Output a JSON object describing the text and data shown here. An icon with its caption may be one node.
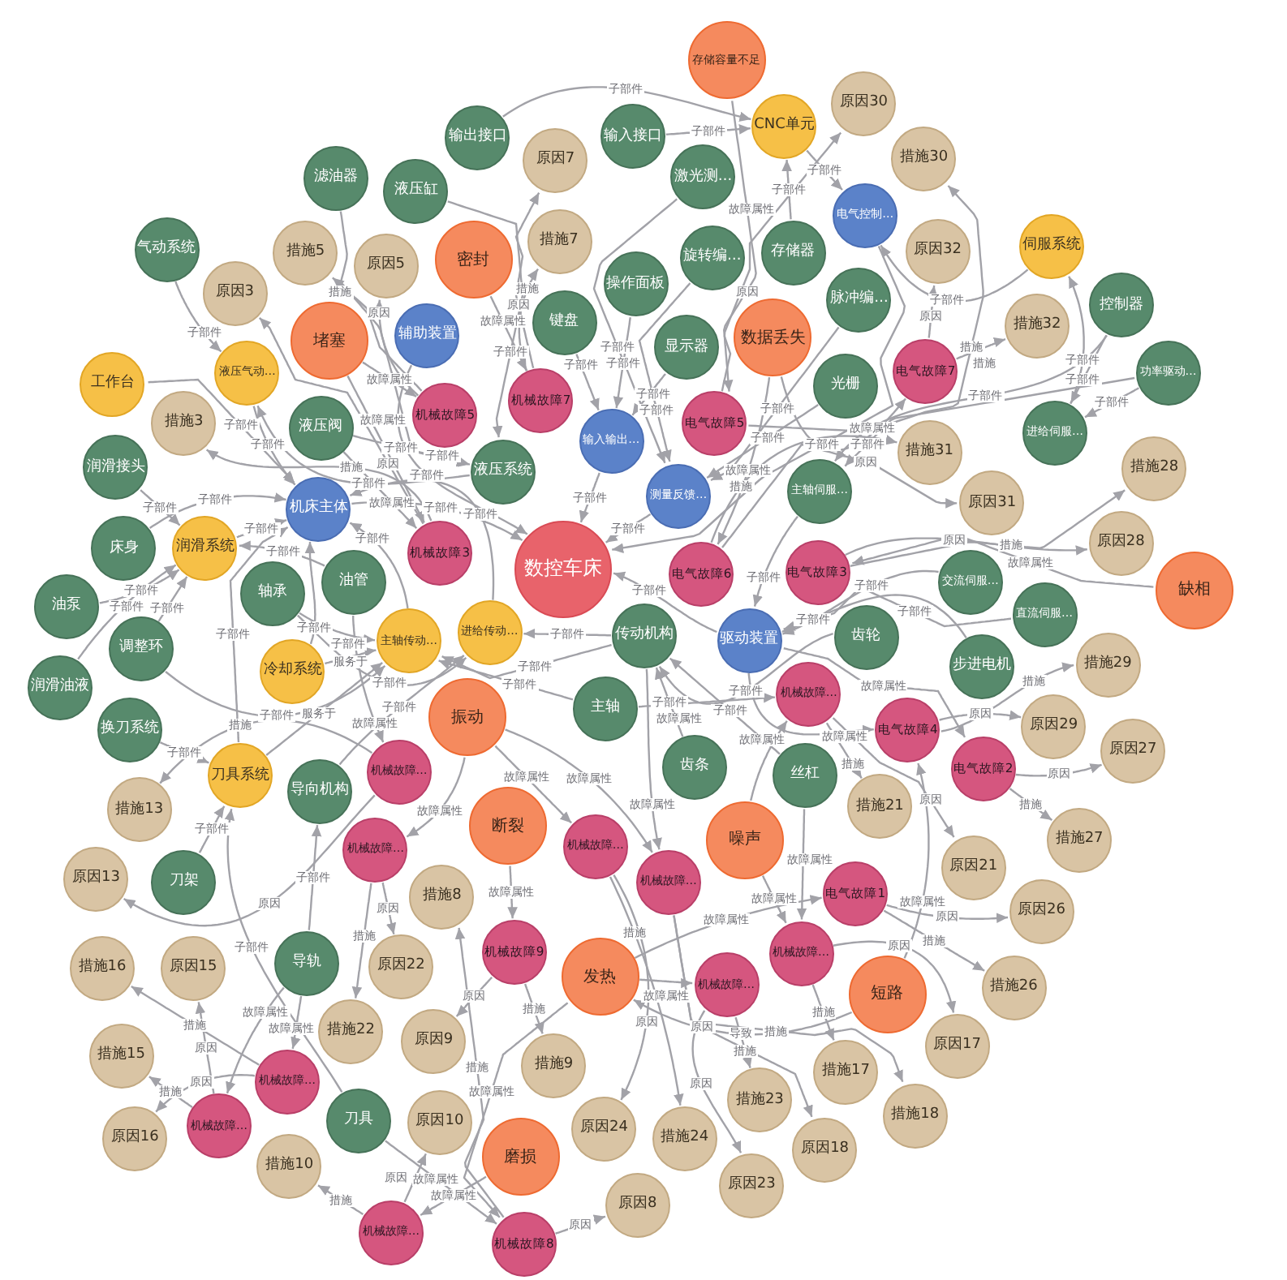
{
  "diagram": {
    "nodes": [
      {
        "text": [
          "存储容量不足"
        ]
      },
      {
        "text": [
          "原因30"
        ]
      },
      {
        "text": [
          "CNC单元"
        ]
      },
      {
        "text": [
          "输入接口"
        ]
      },
      {
        "text": [
          "输出接口"
        ]
      },
      {
        "text": [
          "措施30"
        ]
      },
      {
        "text": [
          "原因7"
        ]
      },
      {
        "text": [
          "激光测…"
        ]
      },
      {
        "text": [
          "滤油器"
        ]
      },
      {
        "text": [
          "液压缸"
        ]
      },
      {
        "text": [
          "电气控制…"
        ]
      },
      {
        "text": [
          "措施7"
        ]
      },
      {
        "text": [
          "伺服系统"
        ]
      },
      {
        "text": [
          "措施5"
        ]
      },
      {
        "text": [
          "密封"
        ]
      },
      {
        "text": [
          "旋转编…"
        ]
      },
      {
        "text": [
          "存储器"
        ]
      },
      {
        "text": [
          "原因5"
        ]
      },
      {
        "text": [
          "气动系统"
        ]
      },
      {
        "text": [
          "操作面板"
        ]
      },
      {
        "text": [
          "脉冲编…"
        ]
      },
      {
        "text": [
          "原因32"
        ]
      },
      {
        "text": [
          "原因3"
        ]
      },
      {
        "text": [
          "控制器"
        ]
      },
      {
        "text": [
          "键盘"
        ]
      },
      {
        "text": [
          "辅助装置"
        ]
      },
      {
        "text": [
          "措施32"
        ]
      },
      {
        "text": [
          "数据丢失"
        ]
      },
      {
        "text": [
          "堵塞"
        ]
      },
      {
        "text": [
          "电气故障7"
        ]
      },
      {
        "text": [
          "液压气动…"
        ]
      },
      {
        "text": [
          "光栅"
        ]
      },
      {
        "text": [
          "显示器"
        ]
      },
      {
        "text": [
          "功率驱动…"
        ]
      },
      {
        "text": [
          "工作台"
        ]
      },
      {
        "text": [
          "机械故障7"
        ]
      },
      {
        "text": [
          "机械故障5"
        ]
      },
      {
        "text": [
          "措施3"
        ]
      },
      {
        "text": [
          "液压阀"
        ]
      },
      {
        "text": [
          "进给伺服…"
        ]
      },
      {
        "text": [
          "电气故障5"
        ]
      },
      {
        "text": [
          "输入输出…"
        ]
      },
      {
        "text": [
          "措施31"
        ]
      },
      {
        "text": [
          "润滑接头"
        ]
      },
      {
        "text": [
          "液压系统"
        ]
      },
      {
        "text": [
          "措施28"
        ]
      },
      {
        "text": [
          "主轴伺服…"
        ]
      },
      {
        "text": [
          "测量反馈…"
        ]
      },
      {
        "text": [
          "原因31"
        ]
      },
      {
        "text": [
          "机床主体"
        ]
      },
      {
        "text": [
          "床身"
        ]
      },
      {
        "text": [
          "原因28"
        ]
      },
      {
        "text": [
          "数控车床"
        ]
      },
      {
        "text": [
          "机械故障3"
        ]
      },
      {
        "text": [
          "润滑系统"
        ]
      },
      {
        "text": [
          "油管"
        ]
      },
      {
        "text": [
          "电气故障3"
        ]
      },
      {
        "text": [
          "电气故障6"
        ]
      },
      {
        "text": [
          "交流伺服…"
        ]
      },
      {
        "text": [
          "缺相"
        ]
      },
      {
        "text": [
          "轴承"
        ]
      },
      {
        "text": [
          "油泵"
        ]
      },
      {
        "text": [
          "进给传动…"
        ]
      },
      {
        "text": [
          "直流伺服…"
        ]
      },
      {
        "text": [
          "驱动装置"
        ]
      },
      {
        "text": [
          "调整环"
        ]
      },
      {
        "text": [
          "主轴传动…"
        ]
      },
      {
        "text": [
          "传动机构"
        ]
      },
      {
        "text": [
          "齿轮"
        ]
      },
      {
        "text": [
          "冷却系统"
        ]
      },
      {
        "text": [
          "步进电机"
        ]
      },
      {
        "text": [
          "措施29"
        ]
      },
      {
        "text": [
          "润滑油液"
        ]
      },
      {
        "text": [
          "机械故障…"
        ]
      },
      {
        "text": [
          "主轴"
        ]
      },
      {
        "text": [
          "振动"
        ]
      },
      {
        "text": [
          "原因29"
        ]
      },
      {
        "text": [
          "电气故障4"
        ]
      },
      {
        "text": [
          "换刀系统"
        ]
      },
      {
        "text": [
          "原因27"
        ]
      },
      {
        "text": [
          "电气故障2"
        ]
      },
      {
        "text": [
          "丝杠"
        ]
      },
      {
        "text": [
          "刀具系统"
        ]
      },
      {
        "text": [
          "齿条"
        ]
      },
      {
        "text": [
          "机械故障…"
        ]
      },
      {
        "text": [
          "导向机构"
        ]
      },
      {
        "text": [
          "措施21"
        ]
      },
      {
        "text": [
          "措施13"
        ]
      },
      {
        "text": [
          "噪声"
        ]
      },
      {
        "text": [
          "措施27"
        ]
      },
      {
        "text": [
          "断裂"
        ]
      },
      {
        "text": [
          "机械故障…"
        ]
      },
      {
        "text": [
          "机械故障…"
        ]
      },
      {
        "text": [
          "原因13"
        ]
      },
      {
        "text": [
          "原因21"
        ]
      },
      {
        "text": [
          "刀架"
        ]
      },
      {
        "text": [
          "机械故障…"
        ]
      },
      {
        "text": [
          "措施8"
        ]
      },
      {
        "text": [
          "电气故障1"
        ]
      },
      {
        "text": [
          "原因26"
        ]
      },
      {
        "text": [
          "机械故障…"
        ]
      },
      {
        "text": [
          "机械故障9"
        ]
      },
      {
        "text": [
          "措施16"
        ]
      },
      {
        "text": [
          "原因15"
        ]
      },
      {
        "text": [
          "导轨"
        ]
      },
      {
        "text": [
          "原因22"
        ]
      },
      {
        "text": [
          "发热"
        ]
      },
      {
        "text": [
          "机械故障…"
        ]
      },
      {
        "text": [
          "短路"
        ]
      },
      {
        "text": [
          "措施26"
        ]
      },
      {
        "text": [
          "措施22"
        ]
      },
      {
        "text": [
          "原因17"
        ]
      },
      {
        "text": [
          "措施9"
        ]
      },
      {
        "text": [
          "原因9"
        ]
      },
      {
        "text": [
          "措施15"
        ]
      },
      {
        "text": [
          "措施23"
        ]
      },
      {
        "text": [
          "措施17"
        ]
      },
      {
        "text": [
          "机械故障…"
        ]
      },
      {
        "text": [
          "措施18"
        ]
      },
      {
        "text": [
          "刀具"
        ]
      },
      {
        "text": [
          "机械故障…"
        ]
      },
      {
        "text": [
          "原因10"
        ]
      },
      {
        "text": [
          "原因24"
        ]
      },
      {
        "text": [
          "原因16"
        ]
      },
      {
        "text": [
          "措施24"
        ]
      },
      {
        "text": [
          "原因18"
        ]
      },
      {
        "text": [
          "磨损"
        ]
      },
      {
        "text": [
          "措施10"
        ]
      },
      {
        "text": [
          "原因23"
        ]
      },
      {
        "text": [
          "机械故障…"
        ]
      },
      {
        "text": [
          "原因8"
        ]
      },
      {
        "text": [
          "机械故障8"
        ]
      }
    ],
    "edges": [
      {
        "from": 3,
        "to": 2,
        "arrow": "to",
        "label": "子部件"
      },
      {
        "from": 4,
        "to": 2,
        "arrow": "to",
        "label": "子部件"
      },
      {
        "from": 16,
        "to": 2,
        "arrow": "to",
        "label": "子部件"
      },
      {
        "from": 2,
        "to": 10,
        "arrow": "to",
        "label": "子部件"
      },
      {
        "from": 12,
        "to": 10,
        "arrow": "to",
        "label": "子部件"
      },
      {
        "from": 39,
        "to": 12,
        "arrow": "to",
        "label": "子部件"
      },
      {
        "from": 23,
        "to": 39,
        "arrow": "to",
        "label": "子部件"
      },
      {
        "from": 33,
        "to": 39,
        "arrow": "to",
        "label": "子部件"
      },
      {
        "from": 23,
        "to": 46,
        "arrow": "to",
        "label": "子部件"
      },
      {
        "from": 33,
        "to": 46,
        "arrow": "to",
        "label": "子部件"
      },
      {
        "from": 10,
        "to": 52,
        "arrow": "to",
        "label": "子部件"
      },
      {
        "from": 7,
        "to": 47,
        "arrow": "to",
        "label": "子部件"
      },
      {
        "from": 15,
        "to": 47,
        "arrow": "to",
        "label": "子部件"
      },
      {
        "from": 20,
        "to": 47,
        "arrow": "to",
        "label": "子部件"
      },
      {
        "from": 31,
        "to": 47,
        "arrow": "to",
        "label": "子部件"
      },
      {
        "from": 47,
        "to": 52,
        "arrow": "to",
        "label": "子部件"
      },
      {
        "from": 24,
        "to": 41,
        "arrow": "to",
        "label": "子部件"
      },
      {
        "from": 19,
        "to": 41,
        "arrow": "to",
        "label": "子部件"
      },
      {
        "from": 32,
        "to": 41,
        "arrow": "to",
        "label": "子部件"
      },
      {
        "from": 41,
        "to": 52,
        "arrow": "to",
        "label": "子部件"
      },
      {
        "from": 25,
        "to": 52,
        "arrow": "to",
        "label": "子部件"
      },
      {
        "from": 38,
        "to": 44,
        "arrow": "to",
        "label": "子部件"
      },
      {
        "from": 9,
        "to": 44,
        "arrow": "to",
        "label": "子部件"
      },
      {
        "from": 8,
        "to": 44,
        "arrow": "to",
        "label": "子部件"
      },
      {
        "from": 44,
        "to": 30,
        "arrow": "to",
        "label": "子部件"
      },
      {
        "from": 18,
        "to": 30,
        "arrow": "to",
        "label": "子部件"
      },
      {
        "from": 30,
        "to": 49,
        "arrow": "to",
        "label": "子部件"
      },
      {
        "from": 34,
        "to": 49,
        "arrow": "to",
        "label": "子部件"
      },
      {
        "from": 43,
        "to": 54,
        "arrow": "to",
        "label": "子部件"
      },
      {
        "from": 61,
        "to": 54,
        "arrow": "to",
        "label": "子部件"
      },
      {
        "from": 65,
        "to": 54,
        "arrow": "to",
        "label": "子部件"
      },
      {
        "from": 72,
        "to": 54,
        "arrow": "to",
        "label": "子部件"
      },
      {
        "from": 55,
        "to": 54,
        "arrow": "to",
        "label": "子部件"
      },
      {
        "from": 54,
        "to": 49,
        "arrow": "to",
        "label": "子部件"
      },
      {
        "from": 50,
        "to": 49,
        "arrow": "to",
        "label": "子部件"
      },
      {
        "from": 69,
        "to": 49,
        "arrow": "to",
        "label": "子部件"
      },
      {
        "from": 49,
        "to": 52,
        "arrow": "to",
        "label": "子部件"
      },
      {
        "from": 60,
        "to": 66,
        "arrow": "to",
        "label": "子部件"
      },
      {
        "from": 60,
        "to": 62,
        "arrow": "to",
        "label": "子部件"
      },
      {
        "from": 65,
        "to": 66,
        "arrow": "to",
        "label": "子部件"
      },
      {
        "from": 66,
        "to": 49,
        "arrow": "to",
        "label": "子部件"
      },
      {
        "from": 62,
        "to": 49,
        "arrow": "to",
        "label": "子部件"
      },
      {
        "from": 78,
        "to": 82,
        "arrow": "to",
        "label": "子部件"
      },
      {
        "from": 95,
        "to": 82,
        "arrow": "to",
        "label": "子部件"
      },
      {
        "from": 119,
        "to": 82,
        "arrow": "to",
        "label": "子部件"
      },
      {
        "from": 104,
        "to": 85,
        "arrow": "to",
        "label": "子部件"
      },
      {
        "from": 85,
        "to": 62,
        "arrow": "to",
        "label": "子部件"
      },
      {
        "from": 82,
        "to": 49,
        "arrow": "to",
        "label": "子部件"
      },
      {
        "from": 74,
        "to": 66,
        "arrow": "to",
        "label": "子部件"
      },
      {
        "from": 67,
        "to": 66,
        "arrow": "to",
        "label": "子部件"
      },
      {
        "from": 67,
        "to": 62,
        "arrow": "to",
        "label": "子部件"
      },
      {
        "from": 68,
        "to": 67,
        "arrow": "to",
        "label": "子部件"
      },
      {
        "from": 83,
        "to": 67,
        "arrow": "to",
        "label": "子部件"
      },
      {
        "from": 81,
        "to": 67,
        "arrow": "to",
        "label": "子部件"
      },
      {
        "from": 58,
        "to": 64,
        "arrow": "to",
        "label": "子部件"
      },
      {
        "from": 63,
        "to": 64,
        "arrow": "to",
        "label": "子部件"
      },
      {
        "from": 70,
        "to": 64,
        "arrow": "to",
        "label": "子部件"
      },
      {
        "from": 46,
        "to": 64,
        "arrow": "to",
        "label": "子部件"
      },
      {
        "from": 64,
        "to": 52,
        "arrow": "to",
        "label": "子部件"
      },
      {
        "from": 82,
        "to": 66,
        "arrow": "to",
        "label": "服务于"
      },
      {
        "from": 69,
        "to": 66,
        "arrow": "to",
        "label": "服务于"
      },
      {
        "from": 0,
        "to": 40,
        "arrow": "to",
        "label": "故障属性"
      },
      {
        "from": 27,
        "to": 29,
        "arrow": "to",
        "label": "故障属性"
      },
      {
        "from": 27,
        "to": 57,
        "arrow": "to",
        "label": "故障属性"
      },
      {
        "from": 59,
        "to": 56,
        "arrow": "to",
        "label": "故障属性"
      },
      {
        "from": 14,
        "to": 35,
        "arrow": "to",
        "label": "故障属性"
      },
      {
        "from": 28,
        "to": 36,
        "arrow": "to",
        "label": "故障属性"
      },
      {
        "from": 28,
        "to": 53,
        "arrow": "to",
        "label": "故障属性"
      },
      {
        "from": 38,
        "to": 53,
        "arrow": "to",
        "label": "故障属性"
      },
      {
        "from": 75,
        "to": 92,
        "arrow": "to",
        "label": "故障属性"
      },
      {
        "from": 75,
        "to": 96,
        "arrow": "to",
        "label": "故障属性"
      },
      {
        "from": 75,
        "to": 91,
        "arrow": "to",
        "label": "故障属性"
      },
      {
        "from": 90,
        "to": 101,
        "arrow": "to",
        "label": "故障属性"
      },
      {
        "from": 88,
        "to": 73,
        "arrow": "to",
        "label": "故障属性"
      },
      {
        "from": 88,
        "to": 100,
        "arrow": "to",
        "label": "故障属性"
      },
      {
        "from": 106,
        "to": 131,
        "arrow": "to",
        "label": "故障属性"
      },
      {
        "from": 106,
        "to": 107,
        "arrow": "to",
        "label": "故障属性"
      },
      {
        "from": 126,
        "to": 129,
        "arrow": "to",
        "label": "故障属性"
      },
      {
        "from": 104,
        "to": 117,
        "arrow": "to",
        "label": "故障属性"
      },
      {
        "from": 104,
        "to": 120,
        "arrow": "to",
        "label": "故障属性"
      },
      {
        "from": 119,
        "to": 131,
        "arrow": "to",
        "label": "故障属性"
      },
      {
        "from": 74,
        "to": 73,
        "arrow": "to",
        "label": "故障属性"
      },
      {
        "from": 67,
        "to": 96,
        "arrow": "to",
        "label": "故障属性"
      },
      {
        "from": 81,
        "to": 100,
        "arrow": "to",
        "label": "故障属性"
      },
      {
        "from": 55,
        "to": 84,
        "arrow": "to",
        "label": "故障属性"
      },
      {
        "from": 64,
        "to": 77,
        "arrow": "to",
        "label": "故障属性"
      },
      {
        "from": 64,
        "to": 80,
        "arrow": "to",
        "label": "故障属性"
      },
      {
        "from": 108,
        "to": 77,
        "arrow": "to",
        "label": "故障属性"
      },
      {
        "from": 106,
        "to": 98,
        "arrow": "to",
        "label": "故障属性"
      },
      {
        "from": 108,
        "to": 106,
        "arrow": "to",
        "label": "导致"
      },
      {
        "from": 40,
        "to": 1,
        "arrow": "to",
        "label": "原因"
      },
      {
        "from": 40,
        "to": 5,
        "arrow": "to",
        "label": "措施"
      },
      {
        "from": 29,
        "to": 21,
        "arrow": "to",
        "label": "原因"
      },
      {
        "from": 29,
        "to": 26,
        "arrow": "to",
        "label": "措施"
      },
      {
        "from": 57,
        "to": 48,
        "arrow": "to",
        "label": "原因"
      },
      {
        "from": 57,
        "to": 42,
        "arrow": "to",
        "label": "措施"
      },
      {
        "from": 56,
        "to": 51,
        "arrow": "to",
        "label": "原因"
      },
      {
        "from": 56,
        "to": 45,
        "arrow": "to",
        "label": "措施"
      },
      {
        "from": 77,
        "to": 76,
        "arrow": "to",
        "label": "原因"
      },
      {
        "from": 77,
        "to": 71,
        "arrow": "to",
        "label": "措施"
      },
      {
        "from": 80,
        "to": 79,
        "arrow": "to",
        "label": "原因"
      },
      {
        "from": 80,
        "to": 89,
        "arrow": "to",
        "label": "措施"
      },
      {
        "from": 98,
        "to": 99,
        "arrow": "to",
        "label": "原因"
      },
      {
        "from": 98,
        "to": 109,
        "arrow": "to",
        "label": "措施"
      },
      {
        "from": 35,
        "to": 6,
        "arrow": "to",
        "label": "原因"
      },
      {
        "from": 35,
        "to": 11,
        "arrow": "to",
        "label": "措施"
      },
      {
        "from": 36,
        "to": 17,
        "arrow": "to",
        "label": "原因"
      },
      {
        "from": 36,
        "to": 13,
        "arrow": "to",
        "label": "措施"
      },
      {
        "from": 53,
        "to": 22,
        "arrow": "to",
        "label": "原因"
      },
      {
        "from": 53,
        "to": 37,
        "arrow": "to",
        "label": "措施"
      },
      {
        "from": 131,
        "to": 130,
        "arrow": "to",
        "label": "原因"
      },
      {
        "from": 131,
        "to": 97,
        "arrow": "to",
        "label": "措施"
      },
      {
        "from": 101,
        "to": 113,
        "arrow": "to",
        "label": "原因"
      },
      {
        "from": 101,
        "to": 112,
        "arrow": "to",
        "label": "措施"
      },
      {
        "from": 129,
        "to": 121,
        "arrow": "to",
        "label": "原因"
      },
      {
        "from": 129,
        "to": 127,
        "arrow": "to",
        "label": "措施"
      },
      {
        "from": 84,
        "to": 93,
        "arrow": "to",
        "label": "原因"
      },
      {
        "from": 84,
        "to": 87,
        "arrow": "to",
        "label": "措施"
      },
      {
        "from": 120,
        "to": 103,
        "arrow": "to",
        "label": "原因"
      },
      {
        "from": 120,
        "to": 114,
        "arrow": "to",
        "label": "措施"
      },
      {
        "from": 117,
        "to": 123,
        "arrow": "to",
        "label": "原因"
      },
      {
        "from": 117,
        "to": 102,
        "arrow": "to",
        "label": "措施"
      },
      {
        "from": 100,
        "to": 111,
        "arrow": "to",
        "label": "原因"
      },
      {
        "from": 100,
        "to": 116,
        "arrow": "to",
        "label": "措施"
      },
      {
        "from": 96,
        "to": 125,
        "arrow": "to",
        "label": "原因"
      },
      {
        "from": 96,
        "to": 118,
        "arrow": "to",
        "label": "措施"
      },
      {
        "from": 73,
        "to": 94,
        "arrow": "to",
        "label": "原因"
      },
      {
        "from": 73,
        "to": 86,
        "arrow": "to",
        "label": "措施"
      },
      {
        "from": 92,
        "to": 105,
        "arrow": "to",
        "label": "原因"
      },
      {
        "from": 92,
        "to": 110,
        "arrow": "to",
        "label": "措施"
      },
      {
        "from": 107,
        "to": 128,
        "arrow": "to",
        "label": "原因"
      },
      {
        "from": 107,
        "to": 115,
        "arrow": "to",
        "label": "措施"
      },
      {
        "from": 91,
        "to": 122,
        "arrow": "to",
        "label": "原因"
      },
      {
        "from": 91,
        "to": 124,
        "arrow": "to",
        "label": "措施"
      }
    ]
  }
}
